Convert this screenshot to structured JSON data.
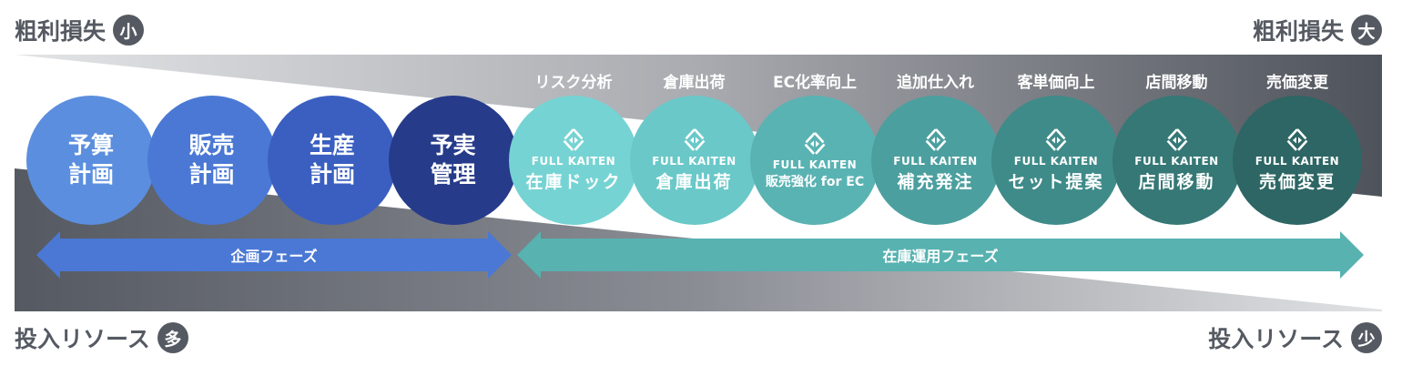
{
  "labels": {
    "gross_loss": "粗利損失",
    "small": "小",
    "large": "大",
    "resources": "投入リソース",
    "many": "多",
    "few": "少"
  },
  "planning_circles": [
    {
      "line1": "予算",
      "line2": "計画",
      "color": "#5b8ede"
    },
    {
      "line1": "販売",
      "line2": "計画",
      "color": "#4a78d4"
    },
    {
      "line1": "生産",
      "line2": "計画",
      "color": "#3a5fc0"
    },
    {
      "line1": "予実",
      "line2": "管理",
      "color": "#263b8a"
    }
  ],
  "product_circles": [
    {
      "caption": "リスク分析",
      "brand": "FULL KAITEN",
      "name": "在庫ドック",
      "color": "#76d3d3"
    },
    {
      "caption": "倉庫出荷",
      "brand": "FULL KAITEN",
      "name": "倉庫出荷",
      "color": "#6ac8c8"
    },
    {
      "caption": "EC化率向上",
      "brand": "FULL KAITEN",
      "name": "販売強化 for EC",
      "color": "#5ab3b3"
    },
    {
      "caption": "追加仕入れ",
      "brand": "FULL KAITEN",
      "name": "補充発注",
      "color": "#4c9f9f"
    },
    {
      "caption": "客単価向上",
      "brand": "FULL KAITEN",
      "name": "セット提案",
      "color": "#3f8b89"
    },
    {
      "caption": "店間移動",
      "brand": "FULL KAITEN",
      "name": "店間移動",
      "color": "#357876"
    },
    {
      "caption": "売価変更",
      "brand": "FULL KAITEN",
      "name": "売価変更",
      "color": "#2d6664"
    }
  ],
  "phases": {
    "planning": "企画フェーズ",
    "operation": "在庫運用フェーズ"
  },
  "colors": {
    "planning_arrow": "#4a78d4",
    "operation_arrow": "#57b2b0",
    "label": "#555a62"
  }
}
